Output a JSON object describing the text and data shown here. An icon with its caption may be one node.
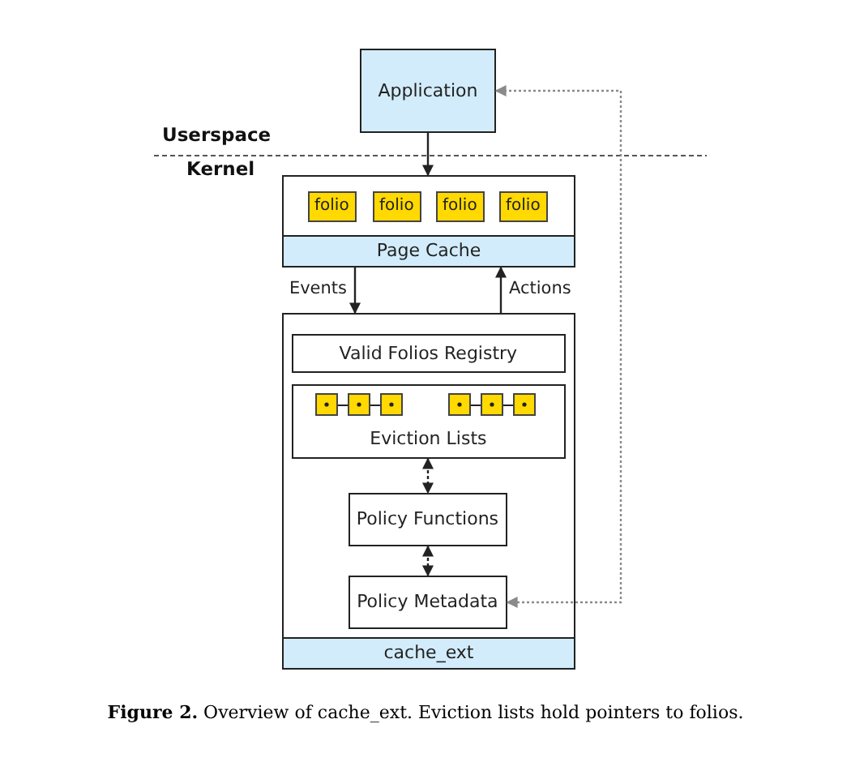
{
  "diagram": {
    "caption": "**Figure 2.** Overview of cache_ext. Eviction lists hold pointers to folios.",
    "nodes": [
      {
        "text": [
          "Application"
        ]
      },
      {
        "text": [
          "Page Cache"
        ]
      },
      {
        "text": [
          "folio"
        ],
        "in": 1
      },
      {
        "text": [
          "folio"
        ],
        "in": 1
      },
      {
        "text": [
          "folio"
        ],
        "in": 1
      },
      {
        "text": [
          "folio"
        ],
        "in": 1
      },
      {
        "text": [
          "cache_ext"
        ]
      },
      {
        "text": [
          "Valid Folios Registry"
        ],
        "in": 6
      },
      {
        "text": [
          "Eviction Lists"
        ],
        "in": 6
      },
      {
        "text": [
          "Policy Functions"
        ],
        "in": 6
      },
      {
        "text": [
          "Policy Metadata"
        ],
        "in": 6
      }
    ],
    "edges": [
      {
        "from": 0,
        "to": 1,
        "arrow": "to"
      },
      {
        "from": 1,
        "to": 6,
        "arrow": "to",
        "label": "Events"
      },
      {
        "from": 6,
        "to": 1,
        "arrow": "to",
        "label": "Actions"
      },
      {
        "from": 8,
        "to": 9,
        "arrow": "both",
        "style": "dashed"
      },
      {
        "from": 9,
        "to": 10,
        "arrow": "both",
        "style": "dashed"
      },
      {
        "from": 10,
        "to": 0,
        "arrow": "both",
        "style": "dashed",
        "color": "#8a8a8a"
      }
    ],
    "labels": [
      "Userspace",
      "Kernel"
    ]
  }
}
